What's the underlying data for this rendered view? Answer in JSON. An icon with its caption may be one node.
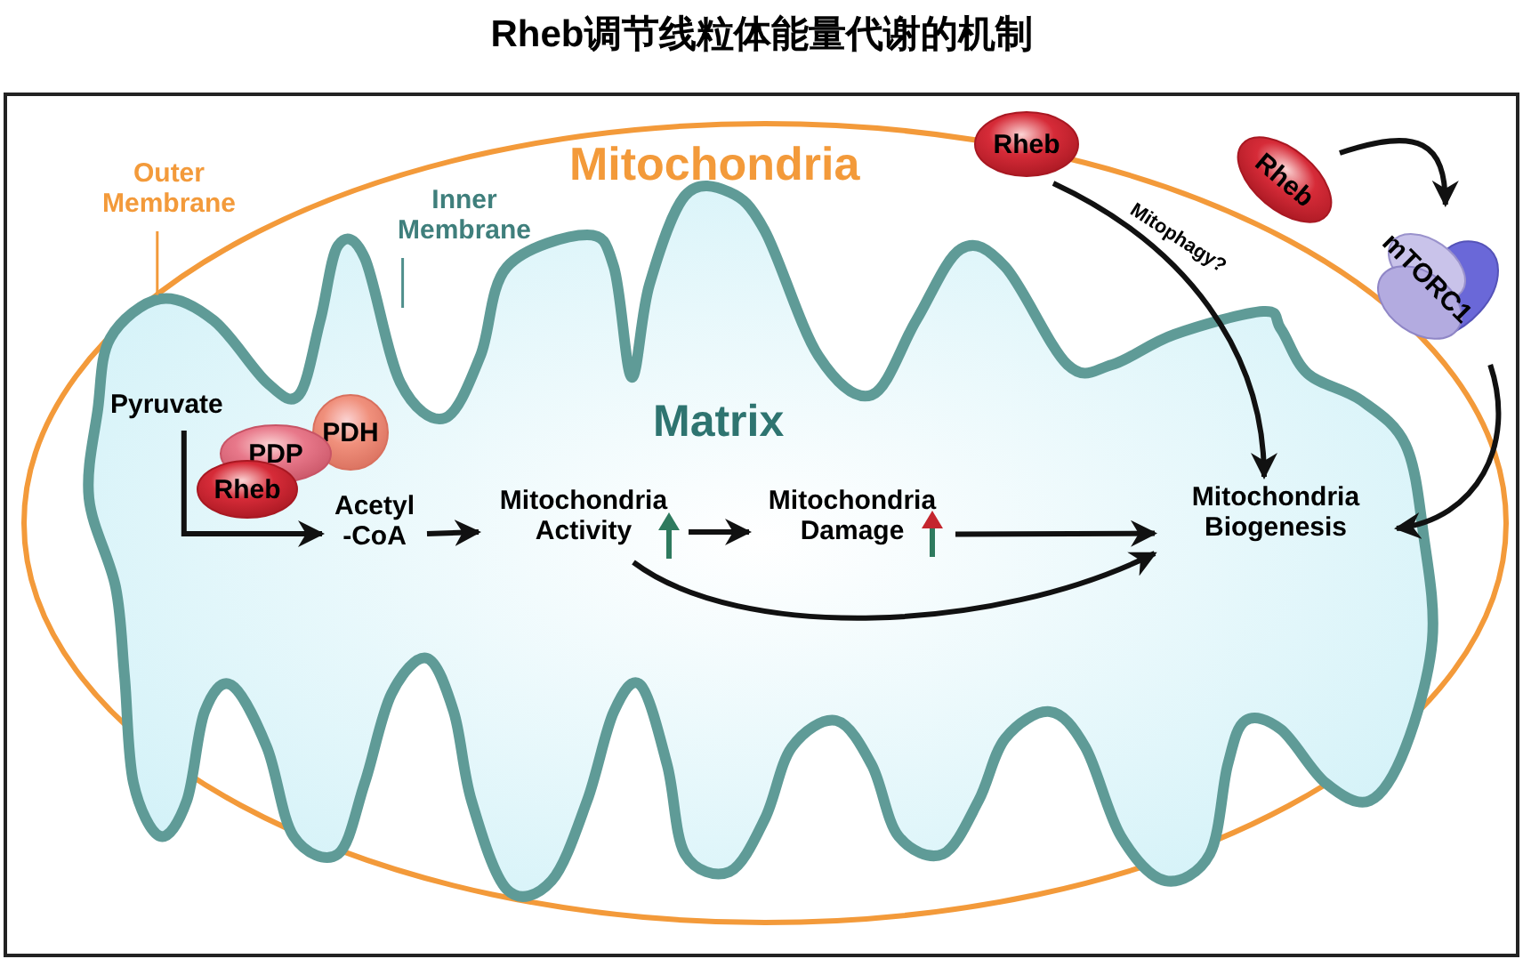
{
  "diagram": {
    "title": "Rheb调节线粒体能量代谢的机制",
    "nodes": [
      {
        "text": [
          "Mitochondria"
        ]
      },
      {
        "text": [
          "Matrix"
        ],
        "in": 0
      },
      {
        "text": [
          "Pyruvate"
        ],
        "in": 1
      },
      {
        "text": [
          "PDH"
        ],
        "in": 1
      },
      {
        "text": [
          "PDP"
        ],
        "in": 1
      },
      {
        "text": [
          "Rheb"
        ],
        "in": 1
      },
      {
        "text": [
          "Acetyl -CoA"
        ],
        "in": 1
      },
      {
        "text": [
          "Mitochondria Activity"
        ],
        "in": 1
      },
      {
        "text": [
          "Mitochondria Damage"
        ],
        "in": 1
      },
      {
        "text": [
          "Mitochondria Biogenesis"
        ],
        "in": 1
      },
      {
        "text": [
          "Rheb"
        ]
      },
      {
        "text": [
          "Rheb"
        ]
      },
      {
        "text": [
          "mTORC1"
        ]
      },
      {
        "text": [
          "Outer Membrane"
        ]
      },
      {
        "text": [
          "Inner Membrane"
        ],
        "in": 0
      }
    ],
    "edges": [
      {
        "from": 2,
        "to": 6,
        "arrow": "to"
      },
      {
        "from": 6,
        "to": 7,
        "arrow": "to"
      },
      {
        "from": 7,
        "to": 8,
        "arrow": "to"
      },
      {
        "from": 8,
        "to": 9,
        "arrow": "to"
      },
      {
        "from": 7,
        "to": 9,
        "arrow": "to"
      },
      {
        "from": 10,
        "to": 9,
        "arrow": "to",
        "label": "Mitophagy?"
      },
      {
        "from": 11,
        "to": 12,
        "arrow": "to"
      },
      {
        "from": 12,
        "to": 9,
        "arrow": "to"
      },
      {
        "from": 13,
        "to": 0,
        "arrow": "none",
        "color": "#f39a3a"
      },
      {
        "from": 14,
        "to": 1,
        "arrow": "none",
        "color": "#4f8f8c"
      }
    ]
  }
}
